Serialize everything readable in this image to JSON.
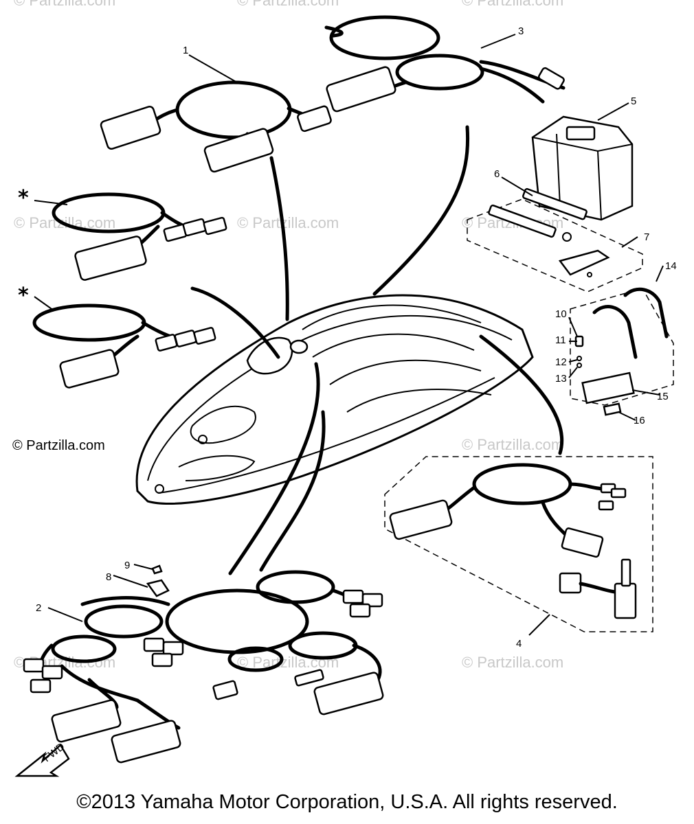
{
  "watermark": "© Partzilla.com",
  "site_credit": "© Partzilla.com",
  "copyright": "©2013  Yamaha Motor Corporation, U.S.A. All rights reserved.",
  "fwd_label": "FWD",
  "asterisk": "*",
  "callouts": [
    "1",
    "2",
    "3",
    "4",
    "5",
    "6",
    "7",
    "8",
    "9",
    "10",
    "11",
    "12",
    "13",
    "14",
    "15",
    "16"
  ]
}
